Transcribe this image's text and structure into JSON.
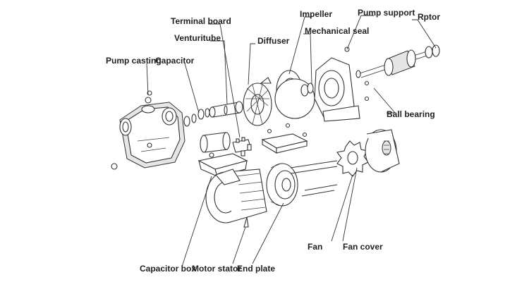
{
  "diagram": {
    "labels": {
      "terminal_board": "Terminal board",
      "impeller": "Impeller",
      "pump_support": "Pump support",
      "rotor": "Rptor",
      "venturitube": "Venturitube",
      "mechanical_seal": "Mechanical seal",
      "diffuser": "Diffuser",
      "pump_casting": "Pump casting",
      "capacitor": "Capacitor",
      "ball_bearing": "Ball bearing",
      "fan": "Fan",
      "fan_cover": "Fan cover",
      "capacitor_box": "Capacitor box",
      "motor_stator": "Motor stator",
      "end_plate": "End plate"
    }
  }
}
